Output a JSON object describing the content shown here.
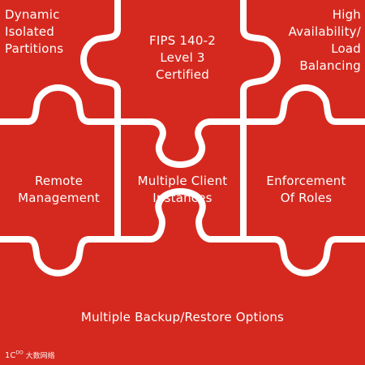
{
  "colors": {
    "tile": "#d5291f",
    "seam": "#ffffff",
    "text": "#ffffff"
  },
  "pieces": {
    "top_left": [
      "Dynamic",
      "Isolated",
      "Partitions"
    ],
    "top_center": [
      "FIPS 140-2",
      "Level 3",
      "Certified"
    ],
    "top_right": [
      "High",
      "Availability/",
      "Load",
      "Balancing"
    ],
    "middle_left": [
      "Remote",
      "Management"
    ],
    "middle_center": [
      "Multiple Client",
      "Instances"
    ],
    "middle_right": [
      "Enforcement",
      "Of Roles"
    ],
    "bottom": [
      "Multiple Backup/Restore Options"
    ]
  },
  "watermark": {
    "mark": "1C",
    "superscript": "DO",
    "text": "大数网络"
  }
}
